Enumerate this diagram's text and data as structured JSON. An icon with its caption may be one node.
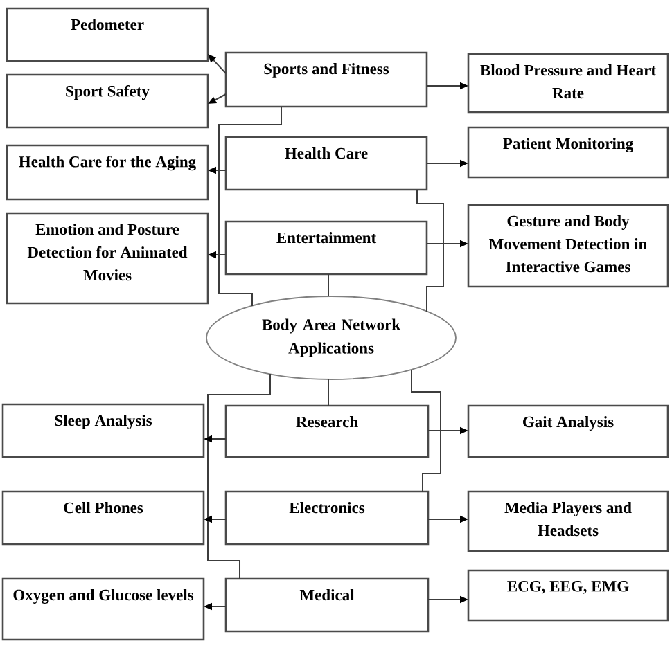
{
  "diagram": {
    "nodes": [
      {
        "text": [
          "Pedometer"
        ]
      },
      {
        "text": [
          "Sports and Fitness"
        ]
      },
      {
        "text": [
          "Blood Pressure and Heart Rate"
        ]
      },
      {
        "text": [
          "Sport Safety"
        ]
      },
      {
        "text": [
          "Health Care for the Aging"
        ]
      },
      {
        "text": [
          "Health Care"
        ]
      },
      {
        "text": [
          "Patient Monitoring"
        ]
      },
      {
        "text": [
          "Emotion and Posture Detection for Animated Movies"
        ]
      },
      {
        "text": [
          "Entertainment"
        ]
      },
      {
        "text": [
          "Gesture and Body Movement Detection in Interactive Games"
        ]
      },
      {
        "text": [
          "Body Area Network Applications"
        ]
      },
      {
        "text": [
          "Sleep Analysis"
        ]
      },
      {
        "text": [
          "Research"
        ]
      },
      {
        "text": [
          "Gait Analysis"
        ]
      },
      {
        "text": [
          "Cell Phones"
        ]
      },
      {
        "text": [
          "Electronics"
        ]
      },
      {
        "text": [
          "Media Players and Headsets"
        ]
      },
      {
        "text": [
          "Oxygen and Glucose levels"
        ]
      },
      {
        "text": [
          "Medical"
        ]
      },
      {
        "text": [
          "ECG, EEG, EMG"
        ]
      }
    ],
    "edges": [
      {
        "from": 10,
        "to": 1,
        "arrow": "none"
      },
      {
        "from": 10,
        "to": 5,
        "arrow": "none"
      },
      {
        "from": 10,
        "to": 8,
        "arrow": "none"
      },
      {
        "from": 1,
        "to": 0,
        "arrow": "to"
      },
      {
        "from": 1,
        "to": 3,
        "arrow": "to"
      },
      {
        "from": 1,
        "to": 2,
        "arrow": "to"
      },
      {
        "from": 5,
        "to": 4,
        "arrow": "to"
      },
      {
        "from": 5,
        "to": 6,
        "arrow": "to"
      },
      {
        "from": 8,
        "to": 7,
        "arrow": "to"
      },
      {
        "from": 8,
        "to": 9,
        "arrow": "to"
      },
      {
        "from": 10,
        "to": 12,
        "arrow": "none"
      },
      {
        "from": 10,
        "to": 15,
        "arrow": "none"
      },
      {
        "from": 10,
        "to": 18,
        "arrow": "none"
      },
      {
        "from": 12,
        "to": 11,
        "arrow": "to"
      },
      {
        "from": 12,
        "to": 13,
        "arrow": "to"
      },
      {
        "from": 15,
        "to": 14,
        "arrow": "to"
      },
      {
        "from": 15,
        "to": 16,
        "arrow": "to"
      },
      {
        "from": 18,
        "to": 17,
        "arrow": "to"
      },
      {
        "from": 18,
        "to": 19,
        "arrow": "to"
      }
    ]
  }
}
